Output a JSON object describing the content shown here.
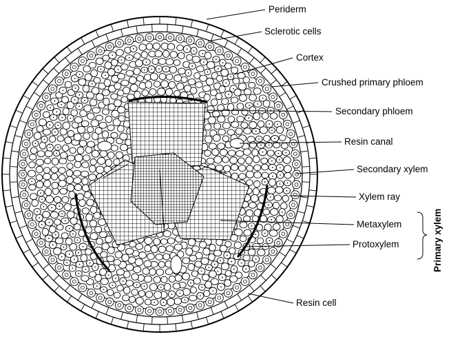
{
  "labels": {
    "periderm": "Periderm",
    "sclerotic_cells": "Sclerotic cells",
    "cortex": "Cortex",
    "crushed_primary_phloem": "Crushed primary phloem",
    "secondary_phloem": "Secondary phloem",
    "resin_canal": "Resin canal",
    "secondary_xylem": "Secondary xylem",
    "xylem_ray": "Xylem ray",
    "metaxylem": "Metaxylem",
    "protoxylem": "Protoxylem",
    "primary_xylem": "Primary xylem",
    "resin_cell": "Resin cell"
  }
}
